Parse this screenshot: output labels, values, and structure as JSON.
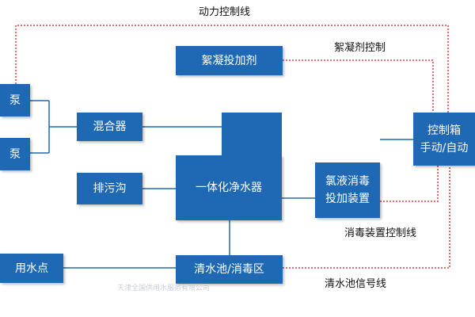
{
  "labels": {
    "power_control_line": "动力控制线",
    "flocculant_control": "絮凝剂控制",
    "disinfection_device_control_line": "消毒装置控制线",
    "clear_water_tank_signal_line": "清水池信号线"
  },
  "nodes": {
    "pump1": "泵",
    "pump2": "泵",
    "mixer": "混合器",
    "flocculant_dosing": "絮凝投加剂",
    "sewage_ditch": "排污沟",
    "integrated_purifier": "一体化净水器",
    "chlorine_line1": "氯液消毒",
    "chlorine_line2": "投加装置",
    "control_box_line1": "控制箱",
    "control_box_line2": "手动/自动",
    "water_point": "用水点",
    "clear_water_tank": "清水池/消毒区"
  },
  "watermark": "天津全国供用水服务有限公司",
  "colors": {
    "box": "#1e68b4",
    "pipe": "#1e68b4",
    "control": "#e03a3a"
  }
}
